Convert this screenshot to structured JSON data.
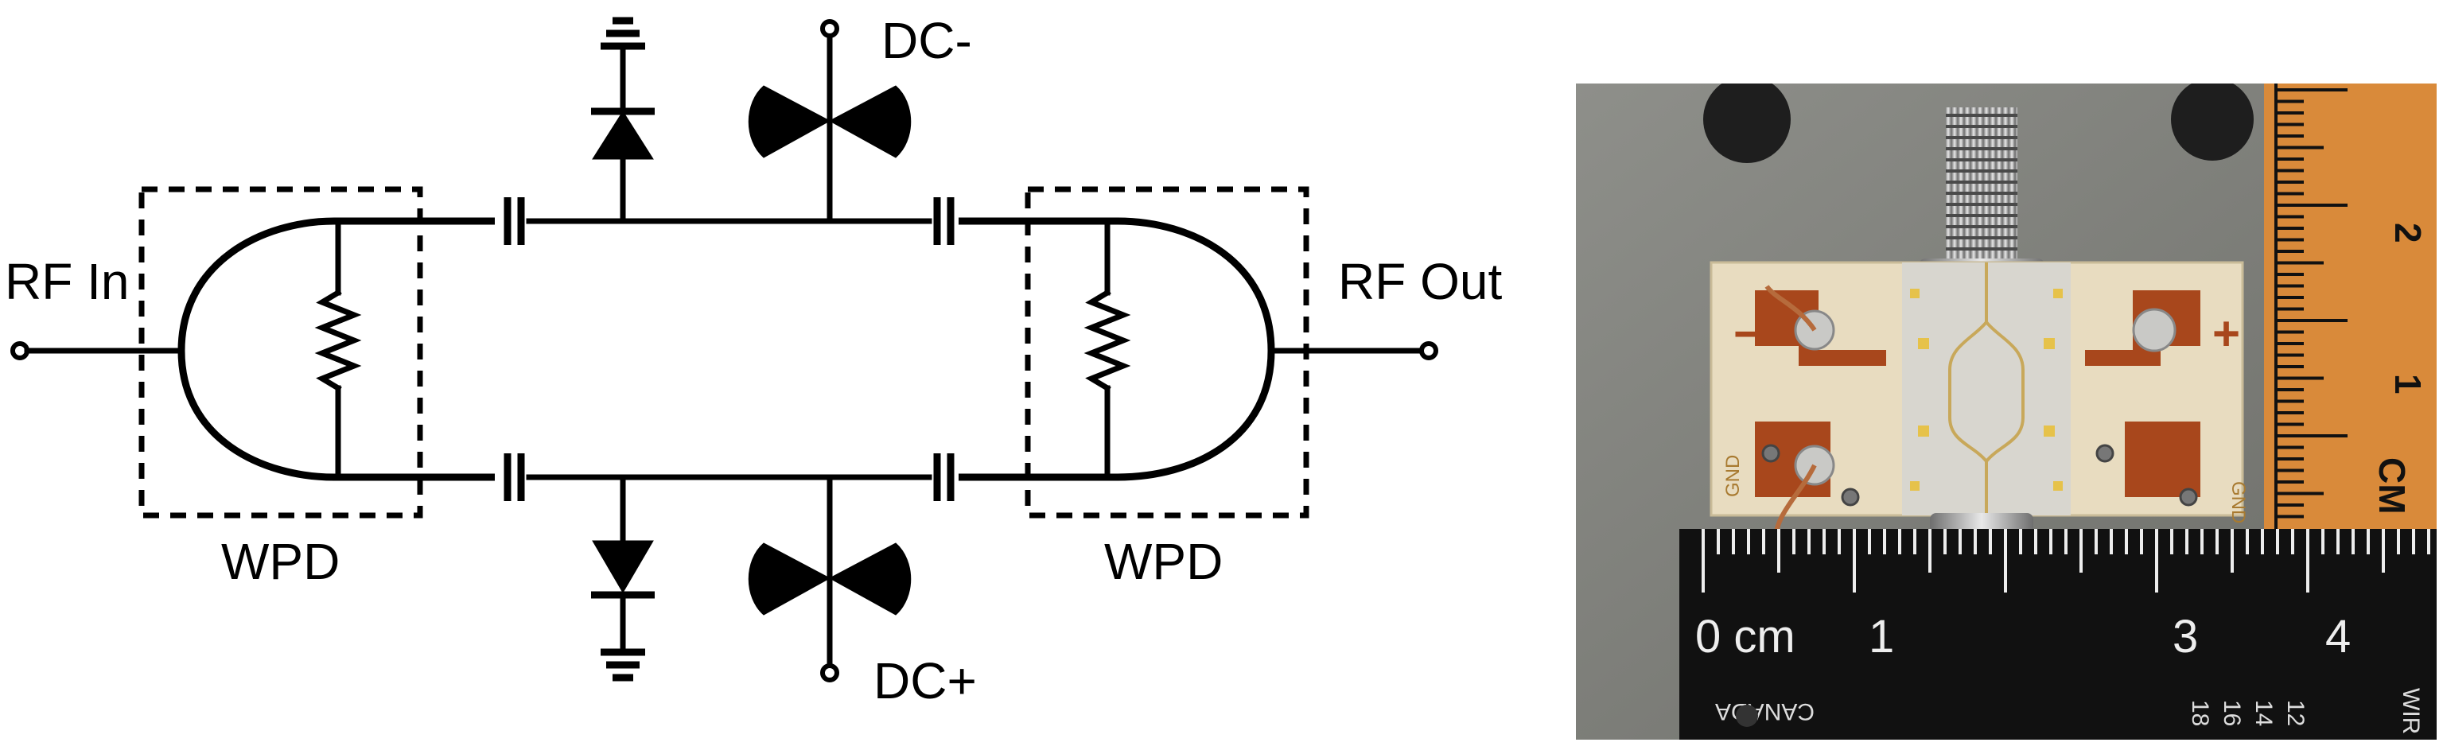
{
  "schematic": {
    "rf_in": "RF In",
    "rf_out": "RF Out",
    "dc_minus": "DC-",
    "dc_plus": "DC+",
    "wpd_left": "WPD",
    "wpd_right": "WPD"
  },
  "photo": {
    "board_minus": "−",
    "board_plus": "+",
    "gnd_left": "GND",
    "gnd_right": "GND",
    "ruler_vertical": {
      "unit": "CM",
      "ticks": [
        "2",
        "1"
      ]
    },
    "ruler_horizontal": {
      "ticks": [
        "0 cm",
        "1",
        "3",
        "4"
      ],
      "brand": "CANADA",
      "small_numbers": [
        "18",
        "16",
        "14",
        "12"
      ],
      "edge_text": "WIR"
    },
    "colors": {
      "background_plate": "#7c7d78",
      "ruler_orange": "#d98a3a",
      "ruler_black": "#111111",
      "board": "#e8dcc0",
      "copper_pad": "#a8471c"
    }
  }
}
